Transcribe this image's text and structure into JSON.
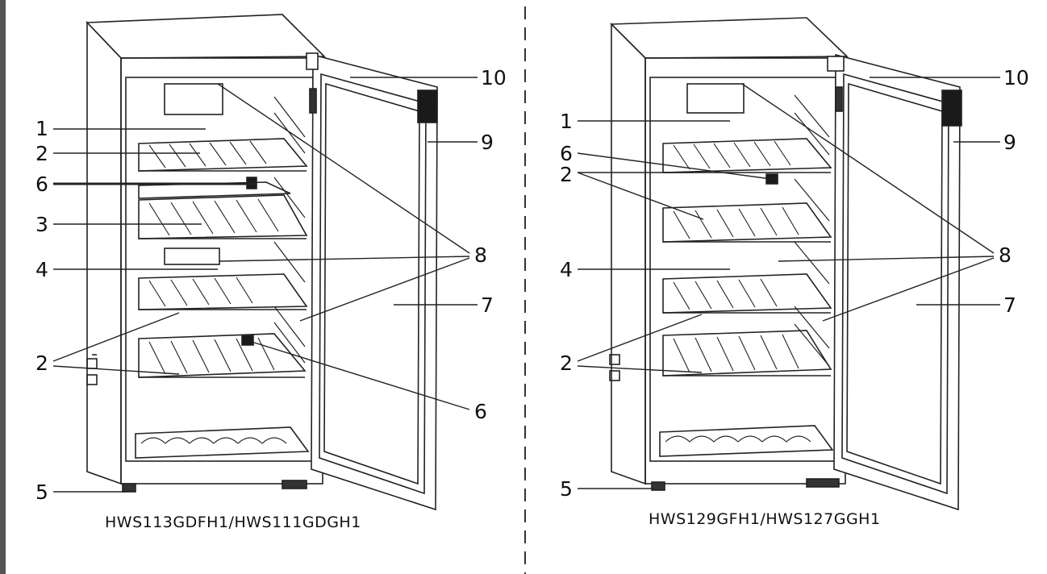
{
  "left_panel": {
    "caption": "HWS113GDFH1/HWS111GDGH1",
    "callouts": [
      {
        "id": "l1",
        "text": "1"
      },
      {
        "id": "l2a",
        "text": "2"
      },
      {
        "id": "l6a",
        "text": "6"
      },
      {
        "id": "l3",
        "text": "3"
      },
      {
        "id": "l4",
        "text": "4"
      },
      {
        "id": "l2b",
        "text": "2"
      },
      {
        "id": "l5",
        "text": "5"
      },
      {
        "id": "l10",
        "text": "10"
      },
      {
        "id": "l9",
        "text": "9"
      },
      {
        "id": "l8",
        "text": "8"
      },
      {
        "id": "l7",
        "text": "7"
      },
      {
        "id": "l6b",
        "text": "6"
      }
    ]
  },
  "right_panel": {
    "caption": "HWS129GFH1/HWS127GGH1",
    "callouts": [
      {
        "id": "r1",
        "text": "1"
      },
      {
        "id": "r6",
        "text": "6"
      },
      {
        "id": "r2a",
        "text": "2"
      },
      {
        "id": "r4",
        "text": "4"
      },
      {
        "id": "r2b",
        "text": "2"
      },
      {
        "id": "r5",
        "text": "5"
      },
      {
        "id": "r10",
        "text": "10"
      },
      {
        "id": "r9",
        "text": "9"
      },
      {
        "id": "r8",
        "text": "8"
      },
      {
        "id": "r7",
        "text": "7"
      }
    ]
  },
  "colors": {
    "line": "#222222",
    "fill": "#ffffff",
    "dark": "#1a1a1a",
    "border": "#555555"
  }
}
